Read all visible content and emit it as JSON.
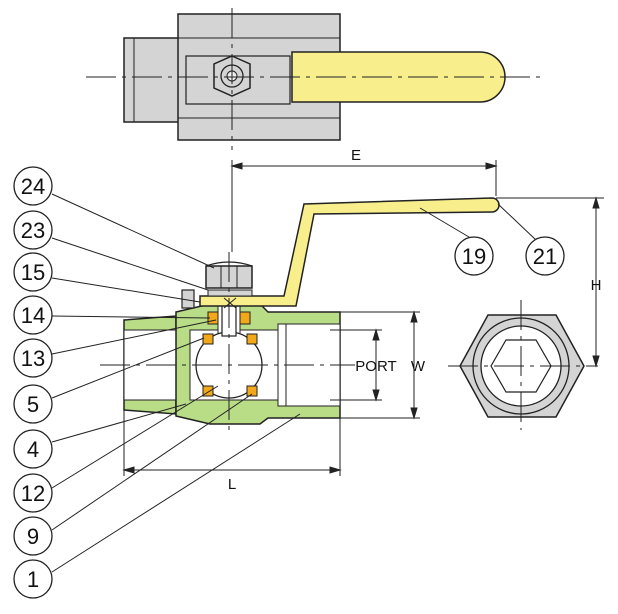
{
  "dimensions": {
    "e": "E",
    "h": "H",
    "port": "PORT",
    "w": "W",
    "l": "L"
  },
  "callouts": {
    "c24": "24",
    "c23": "23",
    "c15": "15",
    "c14": "14",
    "c13": "13",
    "c5": "5",
    "c4": "4",
    "c12": "12",
    "c9": "9",
    "c1": "1",
    "c19": "19",
    "c21": "21"
  },
  "colors": {
    "body_green": "#b9dc86",
    "handle_yellow": "#f8ee8c",
    "seat_orange": "#f2a818",
    "steel_gray": "#d4d4d4",
    "line": "#222222"
  }
}
